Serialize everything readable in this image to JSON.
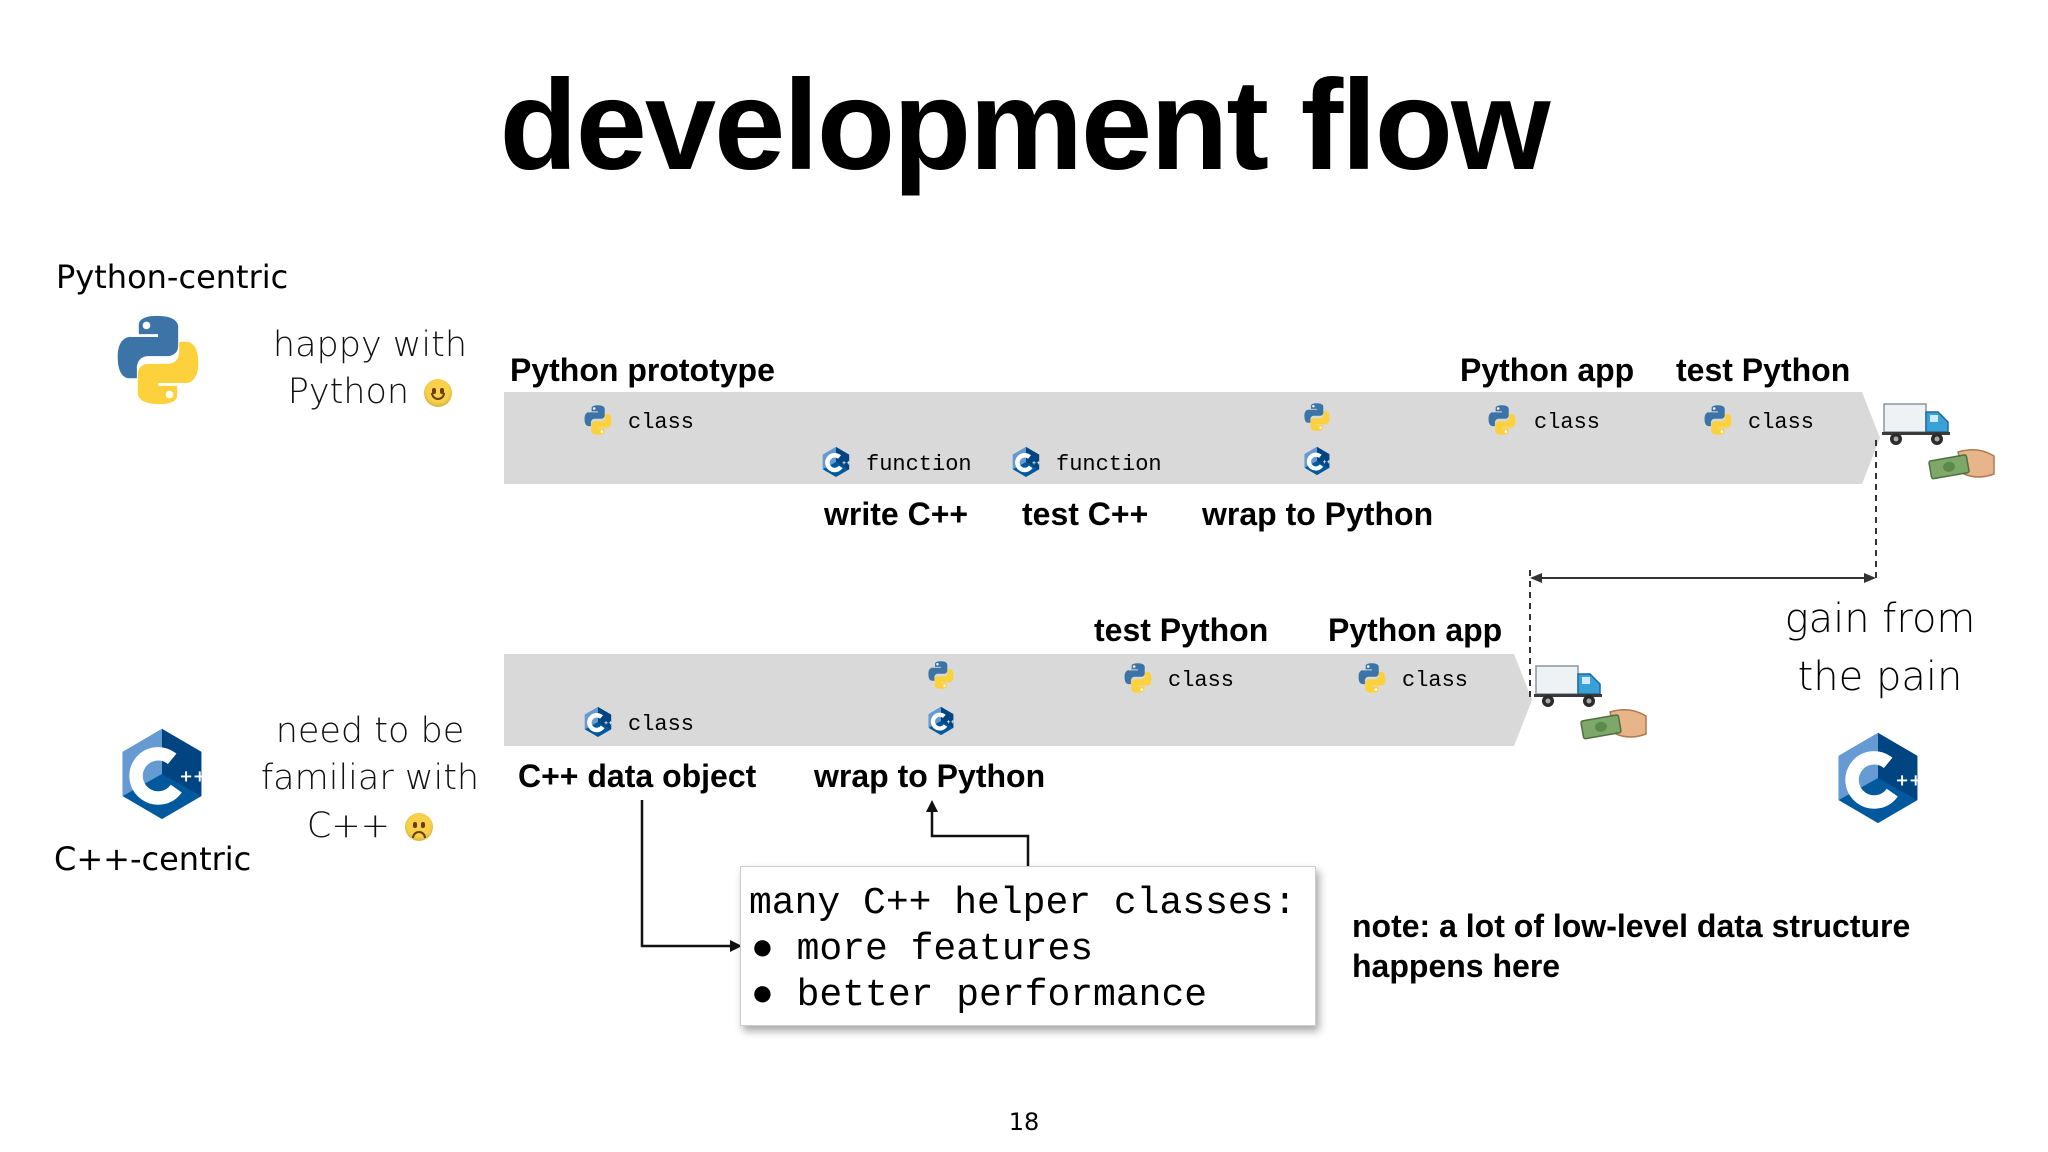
{
  "title": "development flow",
  "left": {
    "python_centric": "Python-centric",
    "happy_line1": "happy with",
    "happy_line2": "Python",
    "need_line1": "need to be",
    "need_line2": "familiar with",
    "need_line3": "C++",
    "cpp_centric": "C++-centric"
  },
  "top_flow": {
    "above": [
      "Python prototype",
      "Python app",
      "test Python"
    ],
    "below": [
      "write C++",
      "test C++",
      "wrap to Python"
    ],
    "items": {
      "class": "class",
      "function": "function"
    }
  },
  "bottom_flow": {
    "above": [
      "test Python",
      "Python app"
    ],
    "below": [
      "C++ data object",
      "wrap to Python"
    ]
  },
  "gain": {
    "line1": "gain from",
    "line2": "the pain"
  },
  "helper_box": {
    "line1": "many C++ helper classes:",
    "bullet1": "more features",
    "bullet2": "better performance"
  },
  "note": {
    "line1": "note: a lot of low-level data structure",
    "line2": "happens here"
  },
  "page_number": "18",
  "colors": {
    "band": "#d9d9d9",
    "python_blue": "#3c74a8",
    "python_yellow": "#fdd13c",
    "cpp_blue_dark": "#00427e",
    "cpp_blue": "#659ad2"
  }
}
